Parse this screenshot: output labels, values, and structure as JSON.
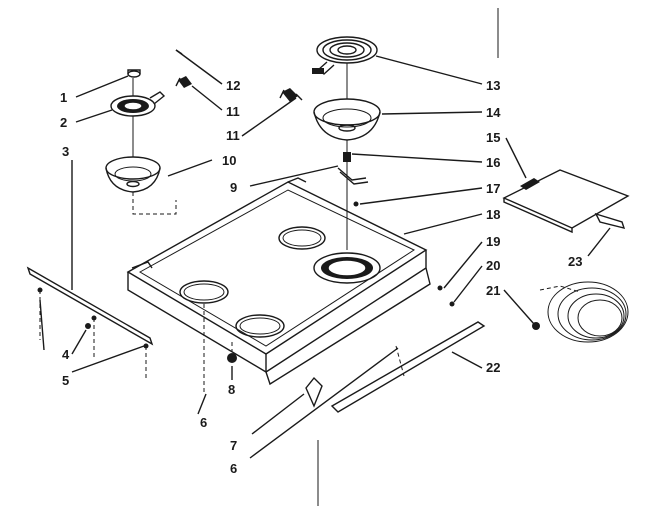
{
  "diagram": {
    "part_numbers": [
      "1",
      "2",
      "3",
      "4",
      "5",
      "6",
      "7",
      "8",
      "9",
      "10",
      "11",
      "12",
      "13",
      "14",
      "15",
      "16",
      "17",
      "18",
      "19",
      "20",
      "21",
      "22",
      "23"
    ],
    "labels": {
      "n1": "1",
      "n2": "2",
      "n3": "3",
      "n4": "4",
      "n5": "5",
      "n6a": "6",
      "n6b": "6",
      "n7": "7",
      "n8": "8",
      "n9": "9",
      "n10": "10",
      "n11a": "11",
      "n11b": "11",
      "n12": "12",
      "n13": "13",
      "n14": "14",
      "n15": "15",
      "n16": "16",
      "n17": "17",
      "n18": "18",
      "n19": "19",
      "n20": "20",
      "n21": "21",
      "n22": "22",
      "n23": "23"
    }
  }
}
